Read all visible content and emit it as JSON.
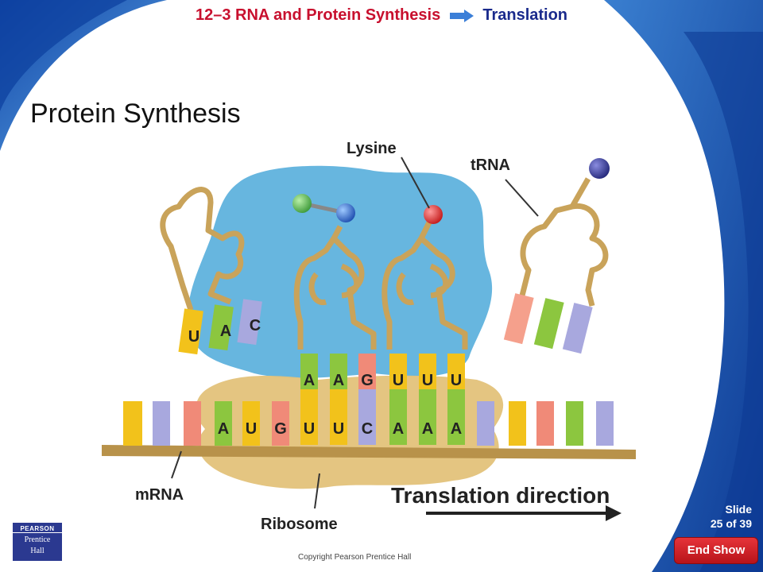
{
  "header": {
    "chapter": "12–3 RNA and Protein Synthesis",
    "section": "Translation"
  },
  "title": "Protein Synthesis",
  "figure": {
    "labels": {
      "lysine": "Lysine",
      "trna": "tRNA",
      "mrna": "mRNA",
      "ribosome": "Ribosome",
      "direction": "Translation direction"
    },
    "trna_left_anticodon": [
      "U",
      "A",
      "C"
    ],
    "trna_mid1_anticodon": [
      "A",
      "A",
      "G"
    ],
    "trna_mid2_anticodon": [
      "U",
      "U",
      "U"
    ],
    "mrna_codons": [
      "A",
      "U",
      "G",
      "U",
      "U",
      "C",
      "A",
      "A",
      "A"
    ]
  },
  "nav": {
    "slide_label": "Slide",
    "slide_count": "25 of 39",
    "end_show": "End Show"
  },
  "footer": {
    "logo_top": "PEARSON",
    "logo_line1": "Prentice",
    "logo_line2": "Hall",
    "copyright": "Copyright Pearson Prentice Hall"
  },
  "colors": {
    "red": "#c8102e",
    "blue": "#1a2a8c",
    "swoosh": "#1c5fb8",
    "ribosome_body": "#5ab0dc",
    "ribosome_base": "#e3c27a"
  }
}
